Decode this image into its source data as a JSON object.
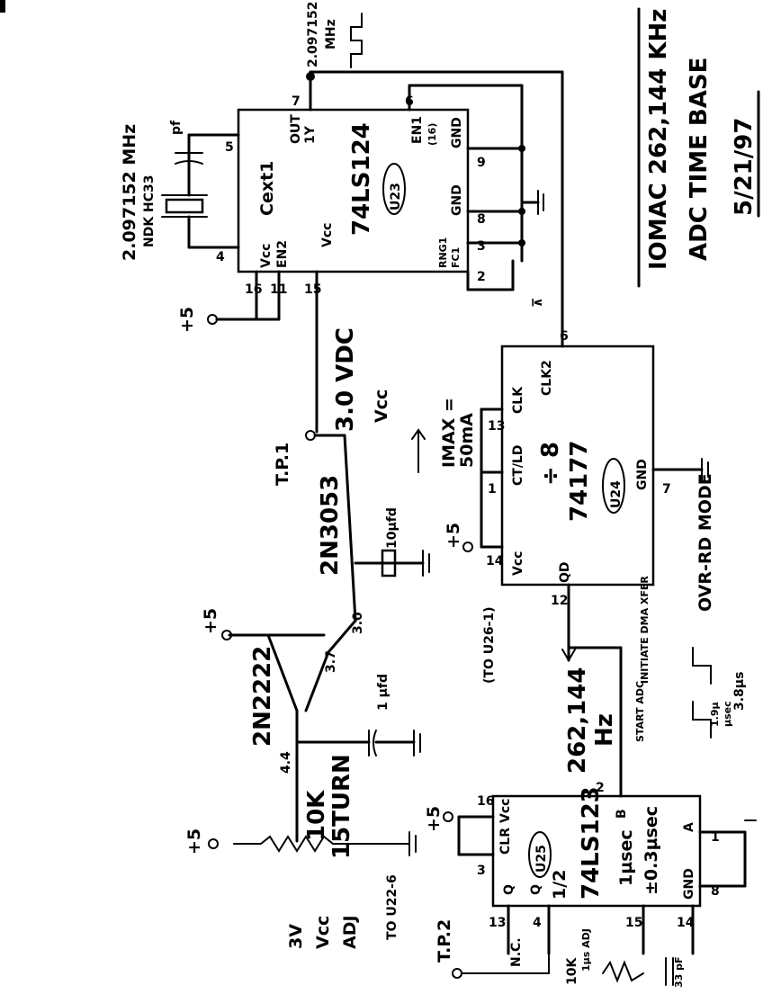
{
  "title_block": {
    "title": "IOMAC 262,144 KHz",
    "subtitle": "ADC TIME BASE",
    "date": "5/21/97"
  },
  "u23": {
    "part": "74LS124",
    "ref": "U23",
    "cext": "Cext1",
    "out": "OUT",
    "out_num": "1Y",
    "en": "EN1",
    "en_num": "(16)",
    "gnd_a": "GND",
    "gnd_b": "GND",
    "vcc": "Vcc",
    "en2": "EN2",
    "vcc_mark": "Vcc",
    "rng": "RNG1",
    "fc": "FC1",
    "pins": {
      "p5": "5",
      "p4": "4",
      "p7": "7",
      "p6": "6",
      "p9": "9",
      "p8": "8",
      "p3": "3",
      "p2": "2",
      "p16": "16",
      "p11": "11",
      "p15": "15"
    }
  },
  "crystal": {
    "freq": "2.097152 MHz",
    "model": "NDK HC33",
    "cap": "pf"
  },
  "u24": {
    "part": "74177",
    "ref": "U24",
    "div": "÷ 8",
    "clk2": "CLK2",
    "clk": "CLK",
    "ctld": "CT/LD",
    "vcc": "Vcc",
    "qd": "QD",
    "gnd": "GND",
    "pins": {
      "p6": "6",
      "p13": "13",
      "p1": "1",
      "p14": "14",
      "p12": "12",
      "p7": "7"
    }
  },
  "u25": {
    "part": "74LS123",
    "ref": "U25",
    "half": "1/2",
    "pulse": "1µsec",
    "tol": "±0.3µsec",
    "clr": "CLR",
    "vcc": "Vcc",
    "b": "B",
    "a": "A",
    "q": "Q",
    "qbar": "Q",
    "gnd": "GND",
    "pins": {
      "p16": "16",
      "p3": "3",
      "p2": "2",
      "p1": "1",
      "p8": "8",
      "p13": "13",
      "p4": "4",
      "p15": "15",
      "p14": "14"
    }
  },
  "power": {
    "plus5": "+5",
    "vdc": "3.0 VDC",
    "vcc": "Vcc",
    "imax": "IMAX =",
    "ima": "50mA"
  },
  "labels": {
    "tp1": "T.P.1",
    "tp2": "T.P.2",
    "q_2n3053": "2N3053",
    "q_2n2222": "2N2222",
    "v30": "3.0",
    "v37": "3.7",
    "v44": "4.4",
    "cap10": "10µfd",
    "cap1": "1 µfd",
    "pot": "10K",
    "pot2": "15TURN",
    "adj1": "3V",
    "adj2": "Vcc",
    "adj3": "ADJ",
    "freq_out": "262,144",
    "hz": "Hz",
    "to_u26": "(TO U26-1)",
    "to_u22": "TO U22-6",
    "nc": "N.C.",
    "adj_w": "1µs ADJ",
    "res": "10K",
    "cap33": "33 pF",
    "start_adc": "START ADC",
    "initiate": "INITIATE DMA XFER",
    "mode": "OVR-RD MODE",
    "t1": "1.9µ",
    "t2": "µsec",
    "t3": "3.8µs",
    "clk_top1": "2.097152",
    "clk_top2": "MHz"
  }
}
